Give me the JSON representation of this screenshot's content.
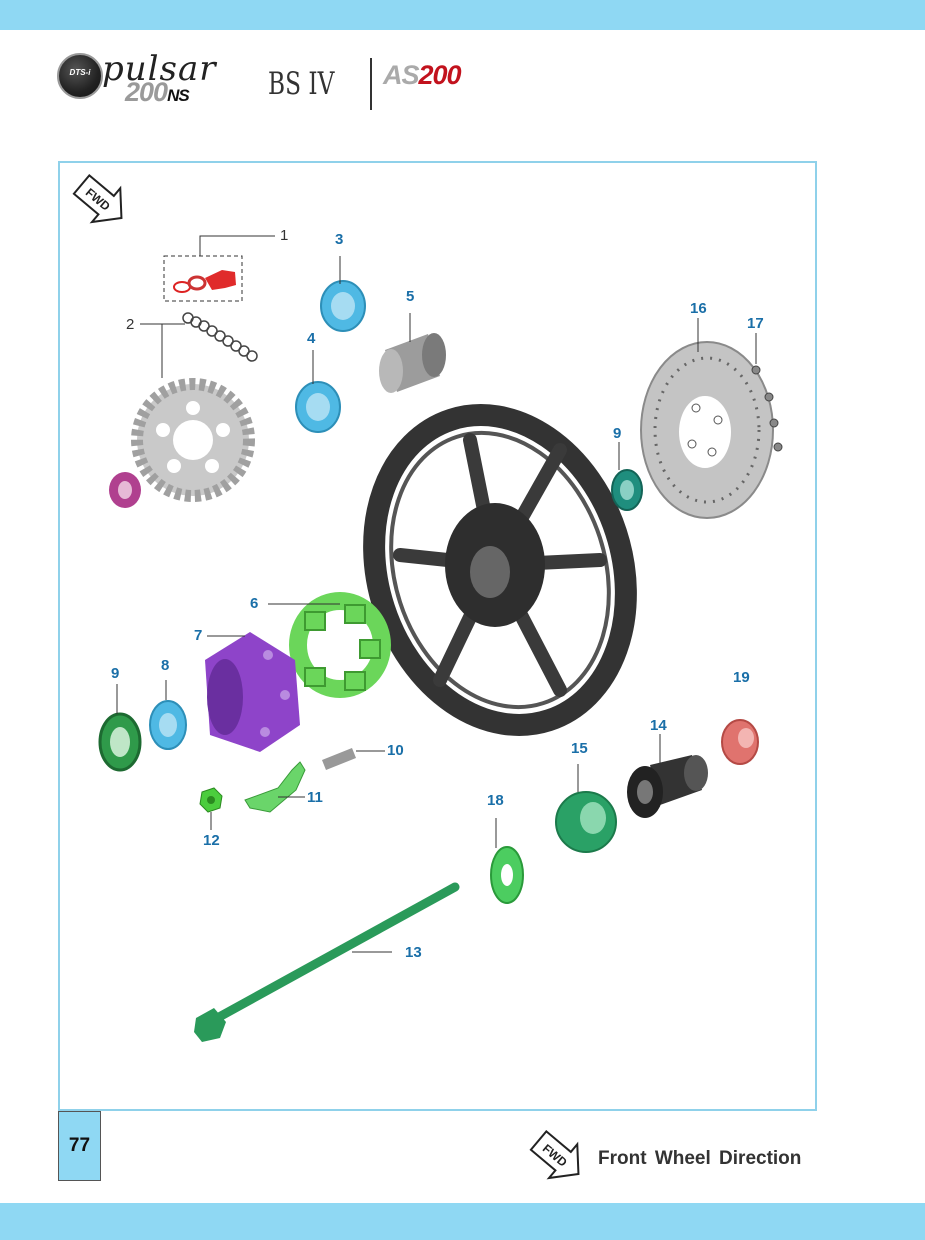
{
  "header": {
    "badge_text": "DTS-i",
    "logo_script": "pulsar",
    "logo_model": "200",
    "logo_model_suffix": "NS",
    "logo_emission": "BS IV",
    "logo_as_prefix": "AS",
    "logo_as_number": "200"
  },
  "diagram": {
    "fwd_label": "FWD",
    "callouts": [
      "1",
      "2",
      "3",
      "4",
      "5",
      "6",
      "7",
      "8",
      "9",
      "9",
      "10",
      "11",
      "12",
      "13",
      "14",
      "15",
      "16",
      "17",
      "18",
      "19"
    ]
  },
  "footer": {
    "page_number": "77",
    "legend_label": "Front Wheel Direction",
    "legend_icon_label": "FWD"
  },
  "colors": {
    "band": "#8fd8f3",
    "frame_border": "#8fd1ea",
    "callout": "#1a6fa8"
  }
}
